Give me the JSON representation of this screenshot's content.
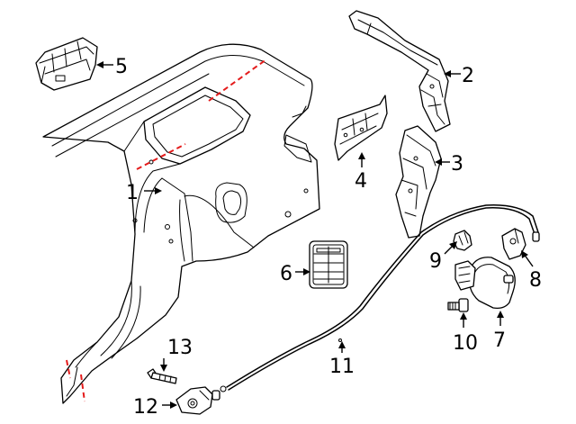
{
  "callouts": [
    {
      "id": "1",
      "label": "1"
    },
    {
      "id": "2",
      "label": "2"
    },
    {
      "id": "3",
      "label": "3"
    },
    {
      "id": "4",
      "label": "4"
    },
    {
      "id": "5",
      "label": "5"
    },
    {
      "id": "6",
      "label": "6"
    },
    {
      "id": "7",
      "label": "7"
    },
    {
      "id": "8",
      "label": "8"
    },
    {
      "id": "9",
      "label": "9"
    },
    {
      "id": "10",
      "label": "10"
    },
    {
      "id": "11",
      "label": "11"
    },
    {
      "id": "12",
      "label": "12"
    },
    {
      "id": "13",
      "label": "13"
    }
  ],
  "colors": {
    "line": "#000000",
    "cut_line": "#e41b1b",
    "background": "#ffffff"
  }
}
